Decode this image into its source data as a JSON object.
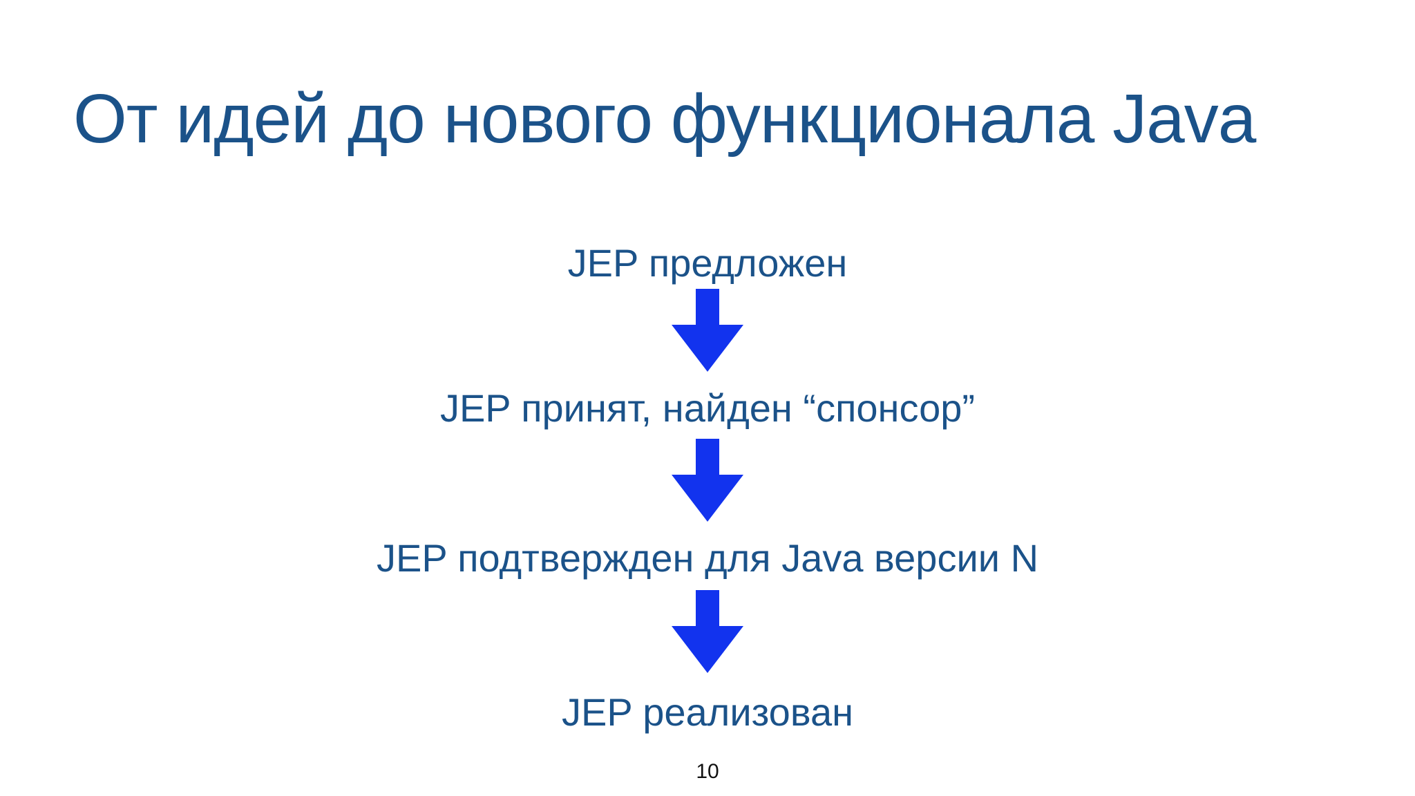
{
  "slide": {
    "title": "От идей до нового функционала Java",
    "flow": {
      "steps": [
        {
          "label": "JEP предложен"
        },
        {
          "label": "JEP принят, найден “спонсор”"
        },
        {
          "label": "JEP подтвержден для Java версии N"
        },
        {
          "label": "JEP реализован"
        }
      ],
      "connector_icon": "down-arrow-icon"
    },
    "page_number": "10",
    "colors": {
      "background": "#FFFFFF",
      "heading_text": "#1B5289",
      "step_text": "#1B5289",
      "arrow_fill": "#1233EE",
      "page_number_text": "#111111"
    }
  }
}
